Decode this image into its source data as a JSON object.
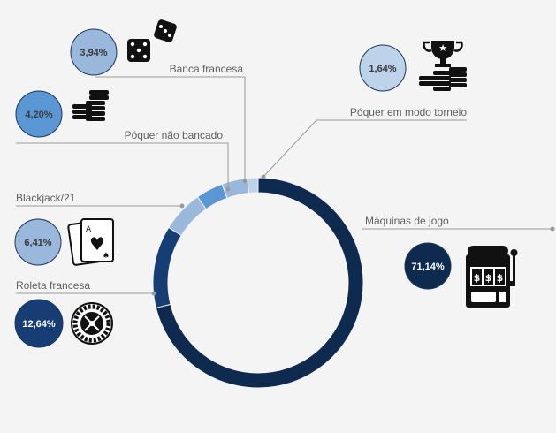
{
  "chart_data": {
    "type": "donut",
    "categories": [
      "Máquinas de jogo",
      "Roleta francesa",
      "Blackjack/21",
      "Póquer não bancado",
      "Banca francesa",
      "Póquer em modo torneio"
    ],
    "values": [
      71.14,
      12.64,
      6.41,
      4.2,
      3.94,
      1.64
    ],
    "value_labels": [
      "71,14%",
      "12,64%",
      "6,41%",
      "4,20%",
      "3,94%",
      "1,64%"
    ],
    "colors": [
      "#0f2a4f",
      "#163e74",
      "#9ab8dc",
      "#5b97d4",
      "#9ab8dc",
      "#bcd3ea"
    ],
    "icons": [
      "slot-machine-icon",
      "roulette-wheel-icon",
      "playing-cards-icon",
      "poker-chips-icon",
      "dice-icon",
      "trophy-chips-icon"
    ],
    "start_angle_deg": 0,
    "direction": "clockwise"
  }
}
